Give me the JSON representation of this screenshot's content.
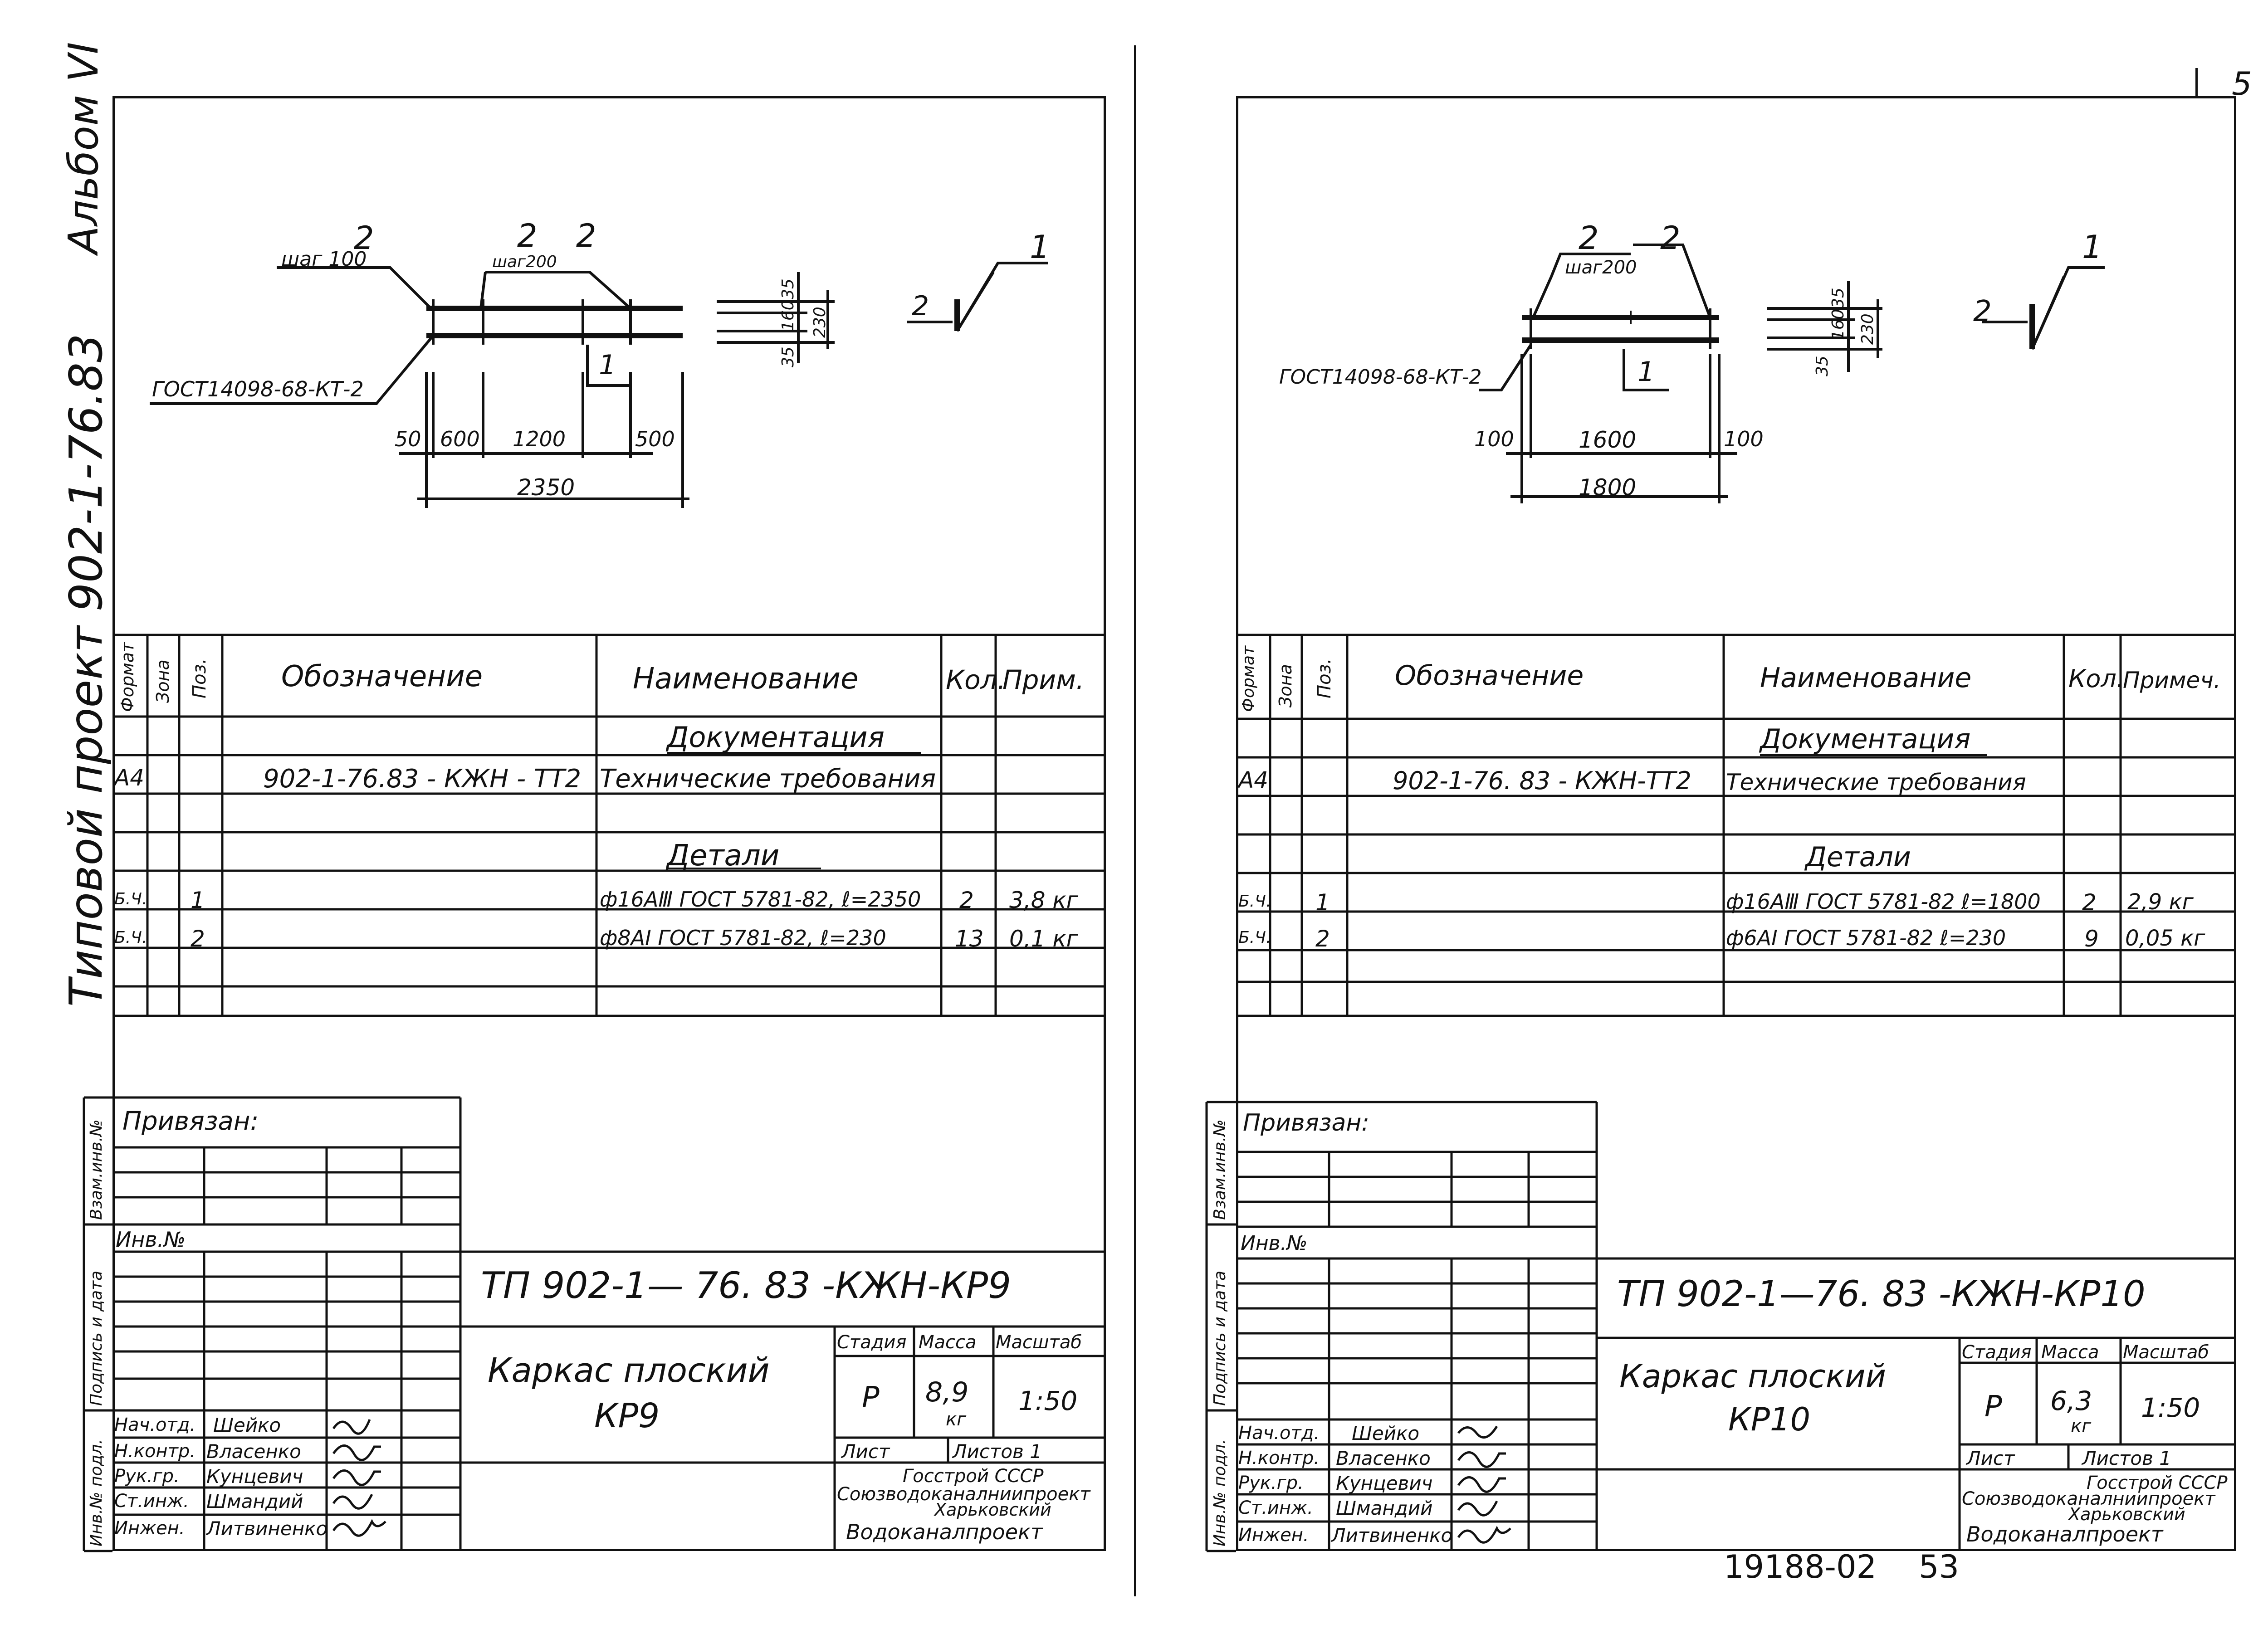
{
  "page": {
    "corner_number": "5",
    "bottom_code": "19188-02",
    "bottom_page": "53"
  },
  "side": {
    "album": "Альбом VI",
    "project": "Типовой проект 902-1-76.83"
  },
  "stamp_side_labels": [
    "Взам.инв.№",
    "Подпись и дата",
    "Инв.№ подл."
  ],
  "spec_headers": {
    "format": "Формат",
    "zone": "Зона",
    "pos": "Поз.",
    "designation": "Обозначение",
    "name": "Наименование"
  },
  "left": {
    "drawing": {
      "label_2a": "2",
      "label_2b": "2",
      "label_2c": "2",
      "step_100": "шаг 100",
      "step_200": "шаг200",
      "gost": "ГОСТ14098-68-КТ-2",
      "section_1": "1",
      "section_1b": "1",
      "section_2": "2",
      "dim_50": "50",
      "dim_600": "600",
      "dim_1200": "1200",
      "dim_500": "500",
      "dim_2350": "2350",
      "dim_35a": "35",
      "dim_160": "160",
      "dim_35b": "35",
      "dim_230": "230"
    },
    "spec": {
      "qty": "Кол.",
      "note": "Прим.",
      "doc_section": "Документация",
      "doc_format": "А4",
      "doc_designation": "902-1-76.83 - КЖН - ТТ2",
      "doc_name": "Технические требования",
      "details_section": "Детали",
      "rows": [
        {
          "format": "Б.Ч.",
          "pos": "1",
          "name": "ф16AⅢ ГОСТ 5781-82, ℓ=2350",
          "qty": "2",
          "note": "3,8 кг"
        },
        {
          "format": "Б.Ч.",
          "pos": "2",
          "name": "ф8AⅠ ГОСТ 5781-82, ℓ=230",
          "qty": "13",
          "note": "0,1 кг"
        }
      ]
    },
    "stamp": {
      "bound": "Привязан:",
      "inv": "Инв.№",
      "code": "ТП 902-1— 76. 83  -КЖН-КР9",
      "title_line1": "Каркас плоский",
      "title_line2": "КР9",
      "stage_h": "Стадия",
      "mass_h": "Масса",
      "scale_h": "Масштаб",
      "stage": "Р",
      "mass": "8,9",
      "mass_unit": "кг",
      "scale": "1:50",
      "sheet": "Лист",
      "sheets": "Листов 1",
      "org1": "Госстрой СССР",
      "org2": "Союзводоканалниипроект",
      "org3": "Харьковский",
      "org4": "Водоканалпроект",
      "people": [
        {
          "role": "Нач.отд.",
          "name": "Шейко"
        },
        {
          "role": "Н.контр.",
          "name": "Власенко"
        },
        {
          "role": "Рук.гр.",
          "name": "Кунцевич"
        },
        {
          "role": "Ст.инж.",
          "name": "Шмандий"
        },
        {
          "role": "Инжен.",
          "name": "Литвиненко"
        }
      ]
    }
  },
  "right": {
    "drawing": {
      "label_2a": "2",
      "label_2b": "2",
      "step_200": "шаг200",
      "gost": "ГОСТ14098-68-КТ-2",
      "section_1": "1",
      "section_1b": "1",
      "section_2": "2",
      "dim_100a": "100",
      "dim_1600": "1600",
      "dim_100b": "100",
      "dim_1800": "1800",
      "dim_35a": "35",
      "dim_160": "160",
      "dim_35b": "35",
      "dim_230": "230"
    },
    "spec": {
      "qty": "Кол.",
      "note": "Примеч.",
      "doc_section": "Документация",
      "doc_format": "А4",
      "doc_designation": "902-1-76. 83 - КЖН-ТТ2",
      "doc_name": "Технические требования",
      "details_section": "Детали",
      "rows": [
        {
          "format": "Б.Ч.",
          "pos": "1",
          "name": "ф16AⅢ ГОСТ 5781-82  ℓ=1800",
          "qty": "2",
          "note": "2,9 кг"
        },
        {
          "format": "Б.Ч.",
          "pos": "2",
          "name": "ф6AⅠ ГОСТ 5781-82  ℓ=230",
          "qty": "9",
          "note": "0,05 кг"
        }
      ]
    },
    "stamp": {
      "bound": "Привязан:",
      "inv": "Инв.№",
      "code": "ТП 902-1—76. 83  -КЖН-КР10",
      "title_line1": "Каркас плоский",
      "title_line2": "КР10",
      "stage_h": "Стадия",
      "mass_h": "Масса",
      "scale_h": "Масштаб",
      "stage": "Р",
      "mass": "6,3",
      "mass_unit": "кг",
      "scale": "1:50",
      "sheet": "Лист",
      "sheets": "Листов 1",
      "org1": "Госстрой СССР",
      "org2": "Союзводоканалниипроект",
      "org3": "Харьковский",
      "org4": "Водоканалпроект",
      "people": [
        {
          "role": "Нач.отд.",
          "name": "Шейко"
        },
        {
          "role": "Н.контр.",
          "name": "Власенко"
        },
        {
          "role": "Рук.гр.",
          "name": "Кунцевич"
        },
        {
          "role": "Ст.инж.",
          "name": "Шмандий"
        },
        {
          "role": "Инжен.",
          "name": "Литвиненко"
        }
      ]
    }
  }
}
